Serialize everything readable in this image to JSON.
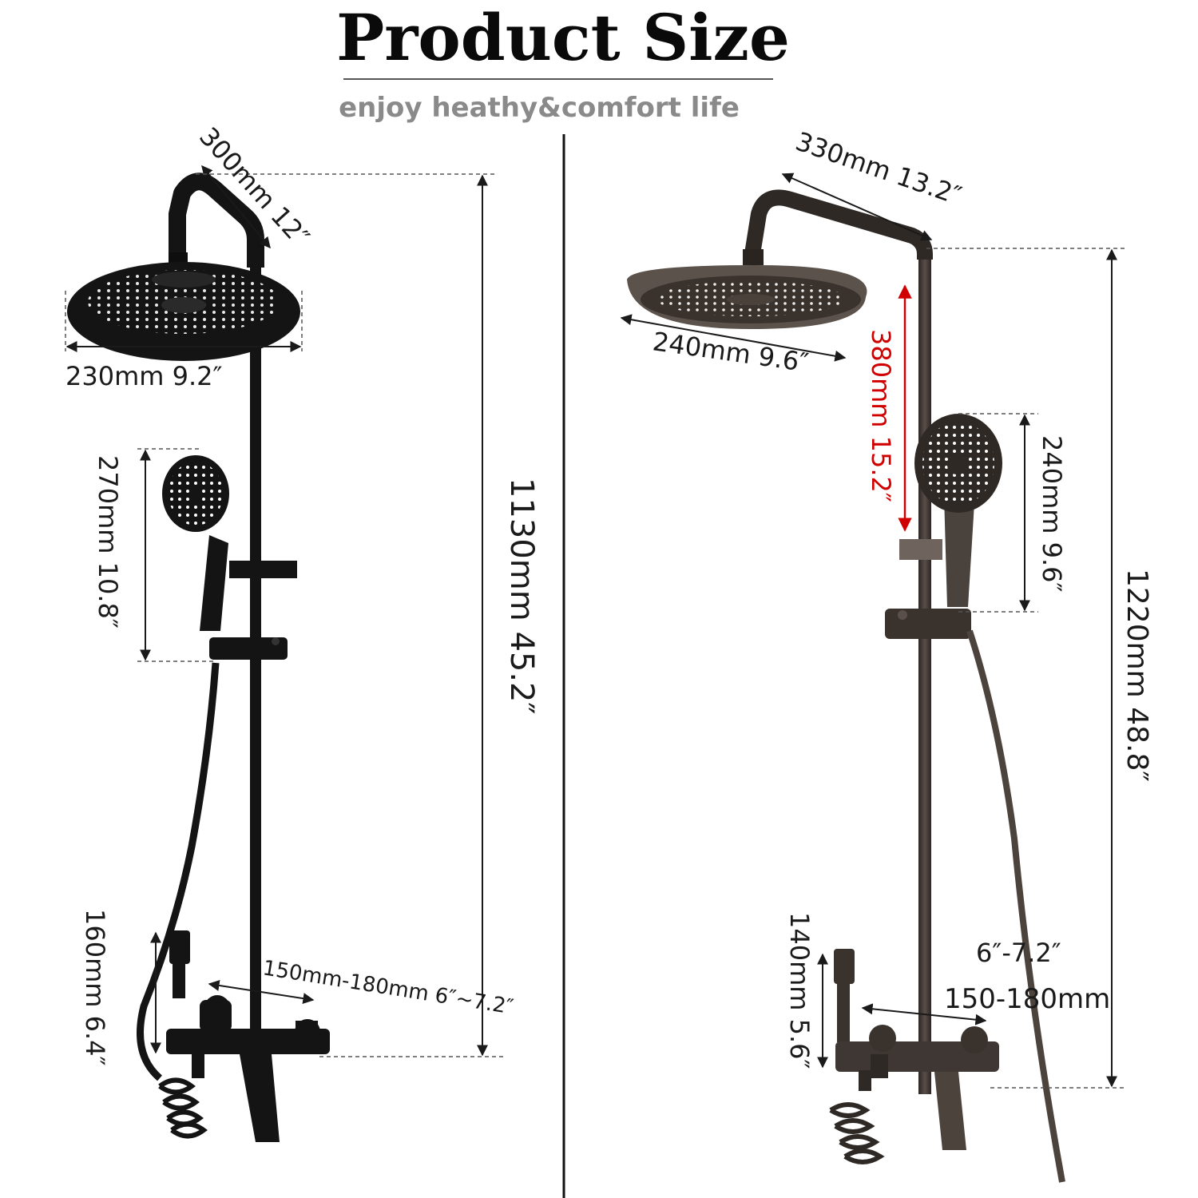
{
  "header": {
    "title": "Product Size",
    "subtitle": "enjoy heathy&comfort life"
  },
  "left_product": {
    "overhead_arm": "300mm 12″",
    "head_diameter": "230mm 9.2″",
    "hand_shower": "270mm 10.8″",
    "total_height": "1130mm 45.2″",
    "valve_height": "160mm 6.4″",
    "inlet_spacing": "150mm-180mm 6″~7.2″"
  },
  "right_product": {
    "overhead_arm": "330mm 13.2″",
    "head_diameter": "240mm 9.6″",
    "slide_height": "380mm 15.2″",
    "hand_shower": "240mm 9.6″",
    "total_height": "1220mm 48.8″",
    "valve_height": "140mm 5.6″",
    "inlet_spacing_in": "6″-7.2″",
    "inlet_spacing_mm": "150-180mm"
  },
  "colors": {
    "left_finish": "#141414",
    "right_finish": "#3b3430",
    "highlight": "#d10000",
    "subtitle": "#8a8a8a"
  }
}
